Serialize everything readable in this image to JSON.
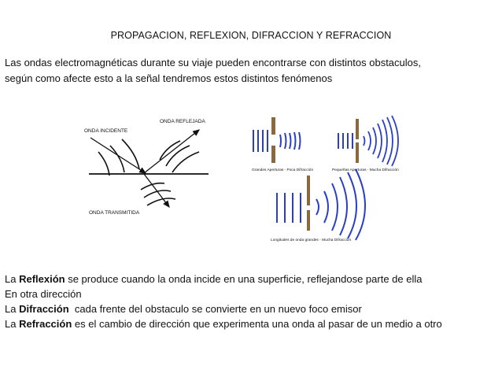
{
  "title": "PROPAGACION, REFLEXION, DIFRACCION Y REFRACCION",
  "intro": {
    "line1": "Las ondas electromagnéticas durante su viaje pueden encontrarse con distintos obstaculos,",
    "line2": "según como afecte esto a la señal tendremos estos distintos fenómenos"
  },
  "figure_left": {
    "incident_label": "ONDA INCIDENTE",
    "reflected_label": "ONDA REFLEJADA",
    "transmitted_label": "ONDA TRANSMITIDA"
  },
  "figure_right": {
    "caption_large": "Grandes Aperturas - Poca Difracción",
    "caption_small": "Pequeñas Aperturas - Mucha Difracción",
    "caption_long": "Longitudes de onda grandes - Mucha Difracción"
  },
  "bottom": {
    "l1_pre": "La ",
    "l1_bold": "Reflexión",
    "l1_post": " se produce cuando la onda incide en una superficie, reflejandose parte de ella",
    "l2": "En otra dirección",
    "l3_pre": "La ",
    "l3_bold": "Difracción",
    "l3_post": "  cada frente del obstaculo se convierte en un nuevo foco emisor",
    "l4_pre": "La ",
    "l4_bold": "Refracción",
    "l4_post": " es el cambio de dirección que experimenta una onda al pasar de un medio a otro"
  },
  "colors": {
    "wave_blue": "#2b3fc4",
    "barrier": "#8a6a3c",
    "ink": "#111111"
  }
}
